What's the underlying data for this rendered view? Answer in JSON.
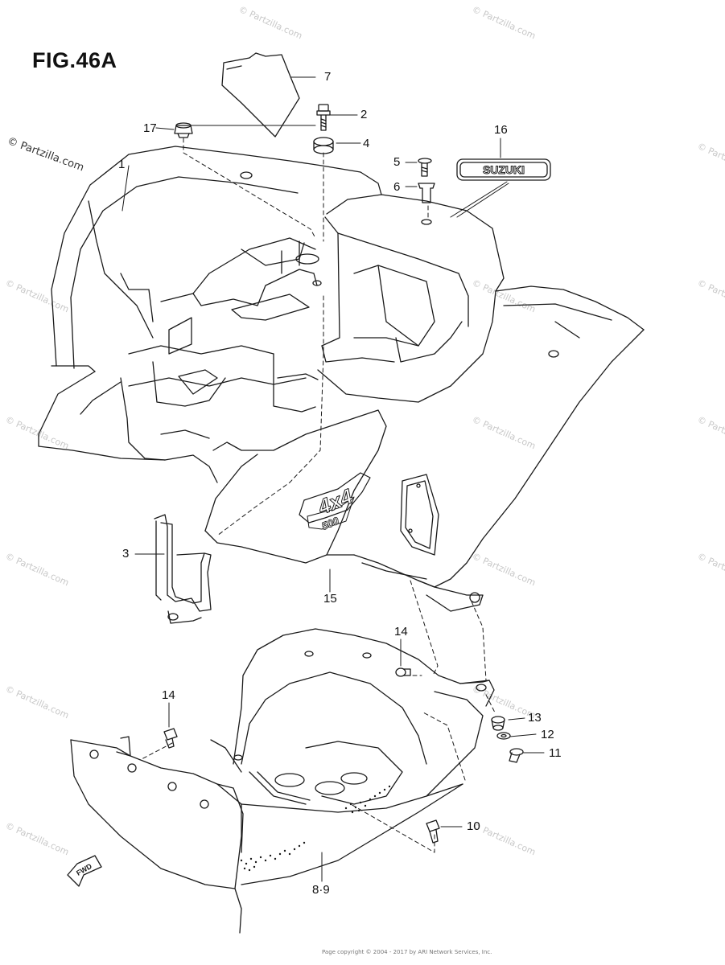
{
  "figure": {
    "title": "FIG.46A"
  },
  "watermark": {
    "text": "© Partzilla.com"
  },
  "callouts": {
    "c1": "1",
    "c2": "2",
    "c3": "3",
    "c4": "4",
    "c5": "5",
    "c6": "6",
    "c7": "7",
    "c8_9": "8·9",
    "c10": "10",
    "c11": "11",
    "c12": "12",
    "c13": "13",
    "c14a": "14",
    "c14b": "14",
    "c15": "15",
    "c16": "16",
    "c17": "17"
  },
  "decals": {
    "brand": "SUZUKI",
    "model_top": "4x4",
    "model_bottom": "500",
    "fwd": "FWD"
  },
  "footer": {
    "copyright": "Page copyright © 2004 - 2017 by ARI Network Services, Inc."
  },
  "colors": {
    "line": "#1a1a1a",
    "watermark": "#c8c8c8"
  }
}
